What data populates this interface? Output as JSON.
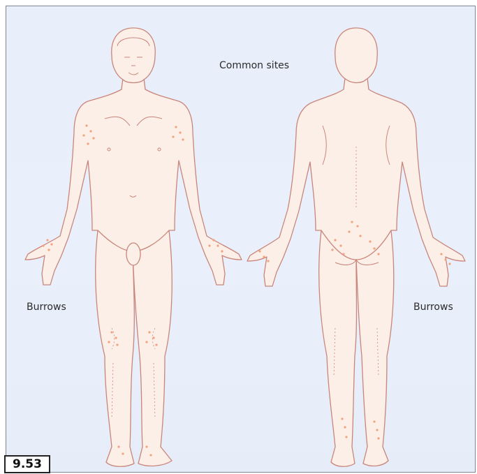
{
  "figure": {
    "title": "Common sites",
    "left_label": "Burrows",
    "right_label": "Burrows",
    "figure_number": "9.53"
  },
  "colors": {
    "background": "#e8eefa",
    "outline": "#c9857a",
    "skin": "#fdeee6",
    "lesion": "#f0a07a"
  },
  "views": [
    "front",
    "back"
  ]
}
